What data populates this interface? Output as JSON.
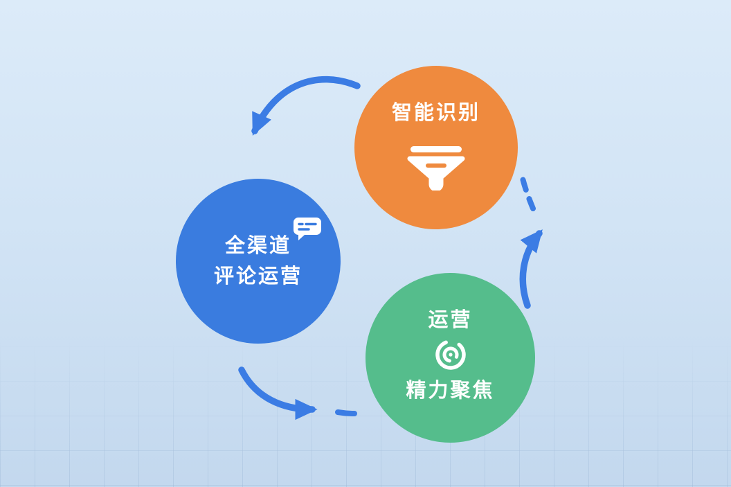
{
  "diagram": {
    "arrow_color": "#3B7CE4",
    "background": {
      "gradient_top": "#DCEBF9",
      "gradient_bottom": "#C3D8EE",
      "grid_color": "#96B2D2"
    },
    "nodes": {
      "recognition": {
        "label": "智能识别",
        "color": "#EF8A3E",
        "icon": "funnel-icon"
      },
      "omnichannel": {
        "line1": "全渠道",
        "line2": "评论运营",
        "color": "#3A7CDF",
        "icon": "chat-bubble-icon"
      },
      "focus": {
        "line1": "运营",
        "line2": "精力聚焦",
        "color": "#55BD8C",
        "icon": "focus-target-icon"
      }
    }
  }
}
